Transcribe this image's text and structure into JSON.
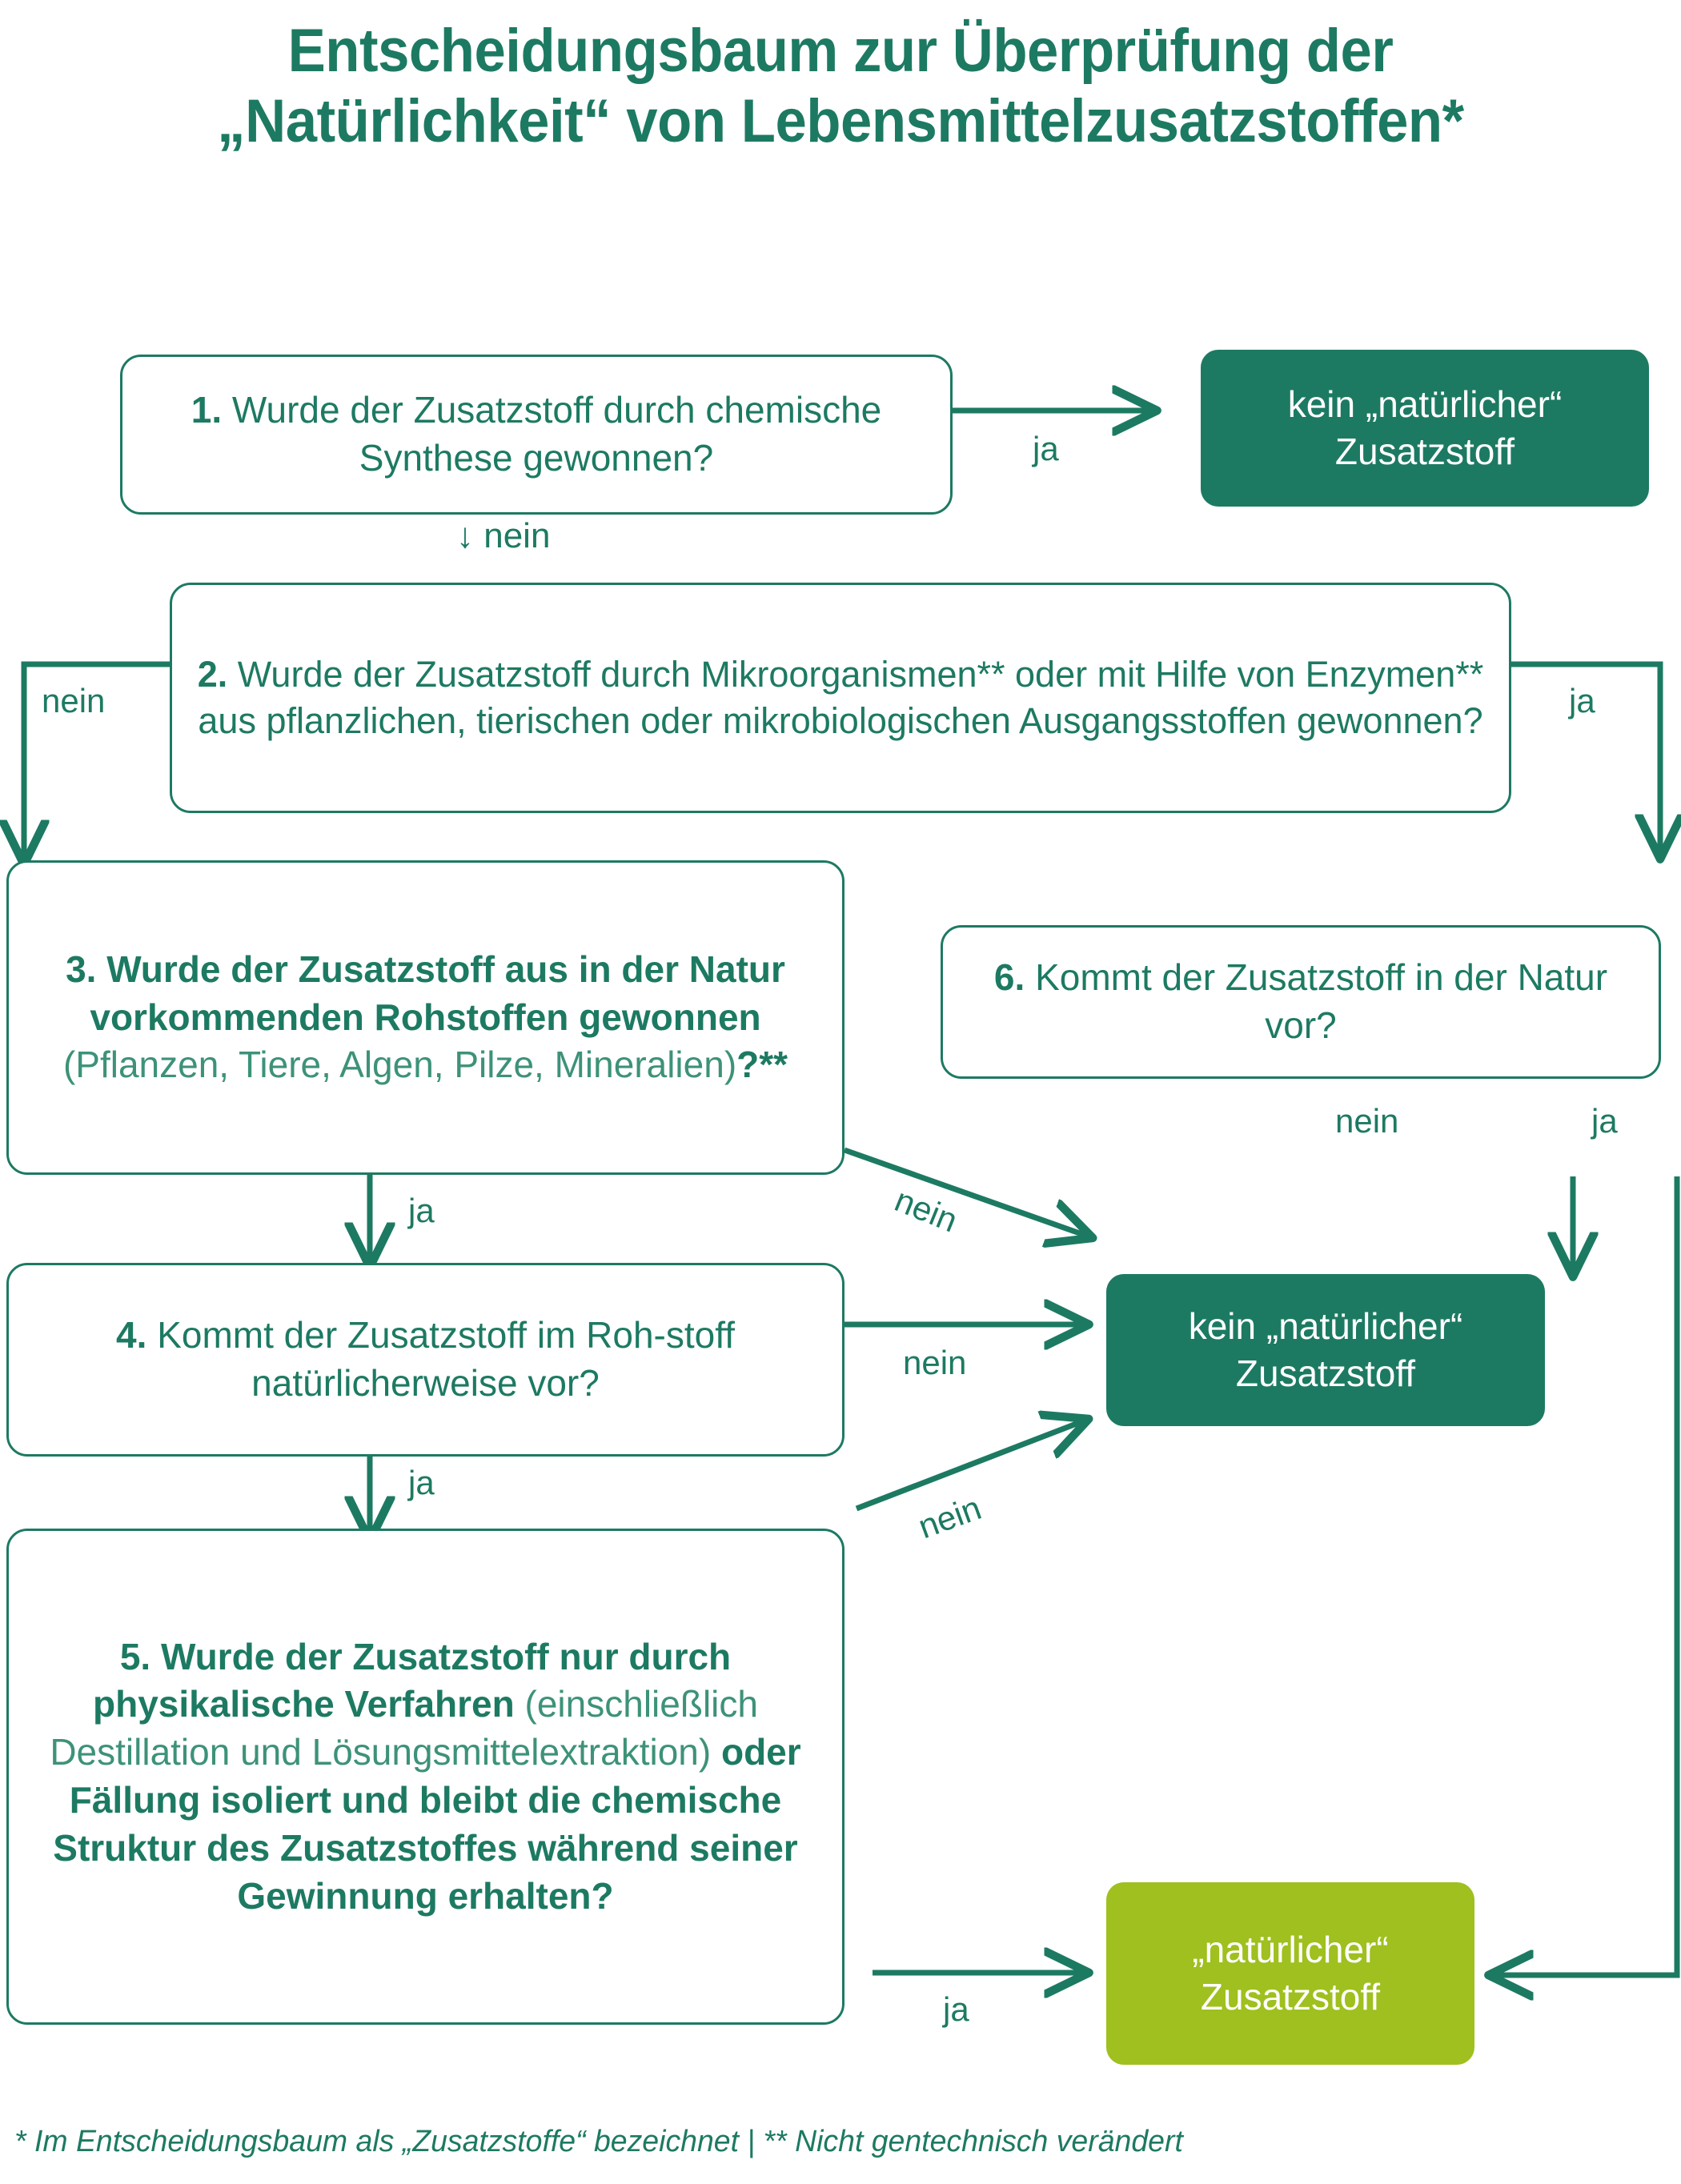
{
  "title": {
    "line1": "Entscheidungsbaum zur Überprüfung der",
    "line2": "„Natürlichkeit“ von Lebensmittelzusatzstoffen*"
  },
  "colors": {
    "green_dark": "#1d7a62",
    "green_lime": "#9fc01e",
    "text_light": "#3d9279",
    "background": "#ffffff"
  },
  "nodes": {
    "q1": {
      "number": "1.",
      "text": "Wurde der Zusatzstoff durch chemische Synthese gewonnen?"
    },
    "q2": {
      "number": "2.",
      "text": "Wurde der Zusatzstoff durch Mikroorganismen** oder mit Hilfe von Enzymen** aus pflanzlichen, tierischen oder mikrobiologischen Ausgangsstoffen gewonnen?"
    },
    "q3": {
      "number": "3.",
      "text_strong_a": "Wurde der Zusatzstoff aus in der Natur vorkommenden Rohstoffen gewonnen",
      "text_light": " (Pflanzen, Tiere, Algen, Pilze, Mineralien)",
      "text_strong_b": "?**"
    },
    "q4": {
      "number": "4.",
      "text": "Kommt der Zusatzstoff im Roh-stoff natürlicherweise vor?"
    },
    "q5": {
      "number": "5.",
      "text_strong_a": "Wurde der Zusatzstoff nur durch physikalische Verfahren",
      "text_light": " (einschließlich Destillation und Lösungsmittelextraktion) ",
      "text_strong_b": "oder Fällung isoliert und bleibt die chemische Struktur des Zusatzstoffes während seiner Gewinnung erhalten?"
    },
    "q6": {
      "number": "6.",
      "text": "Kommt der Zusatzstoff in der Natur vor?"
    }
  },
  "results": {
    "negative_top": {
      "line1": "kein „natürlicher“",
      "line2": "Zusatzstoff"
    },
    "negative_mid": {
      "line1": "kein „natürlicher“",
      "line2": "Zusatzstoff"
    },
    "positive": {
      "line1": "„natürlicher“",
      "line2": "Zusatzstoff"
    }
  },
  "edges": {
    "q1_ja": "ja",
    "q1_nein": "↓ nein",
    "q2_nein": "nein",
    "q2_ja": "ja",
    "q3_ja": "ja",
    "q3_nein": "nein",
    "q4_ja": "ja",
    "q4_nein": "nein",
    "q5_nein": "nein",
    "q5_ja": "ja",
    "q6_nein": "nein",
    "q6_ja": "ja"
  },
  "footnote": "* Im Entscheidungsbaum als „Zusatzstoffe“ bezeichnet | ** Nicht gentechnisch verändert"
}
